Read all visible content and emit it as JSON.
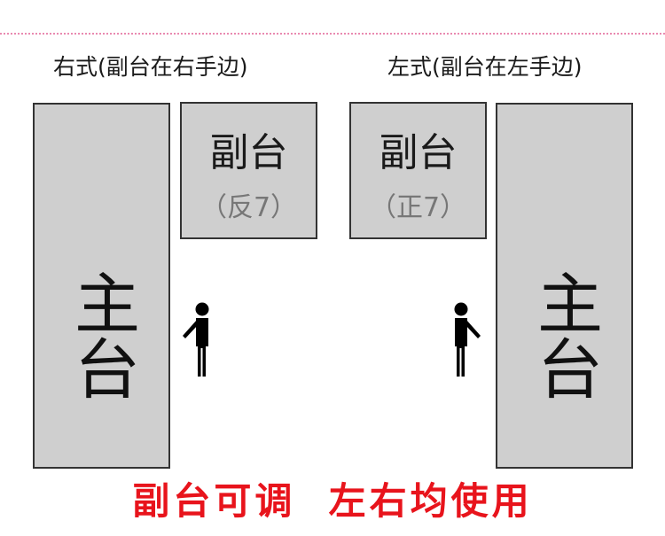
{
  "layouts": {
    "right": {
      "caption": "右式(副台在右手边)",
      "main_label": "主台",
      "sub_label": "副台",
      "sub_note": "（反7）"
    },
    "left": {
      "caption": "左式(副台在左手边)",
      "main_label": "主台",
      "sub_label": "副台",
      "sub_note": "（正7）"
    }
  },
  "footer": {
    "text": "副台可调  左右均使用"
  },
  "colors": {
    "box_fill": "#cfcfcf",
    "box_border": "#333333",
    "footer_text": "#e8141c",
    "divider": "#e98ab0"
  },
  "icons": [
    "person-icon",
    "person-icon"
  ]
}
